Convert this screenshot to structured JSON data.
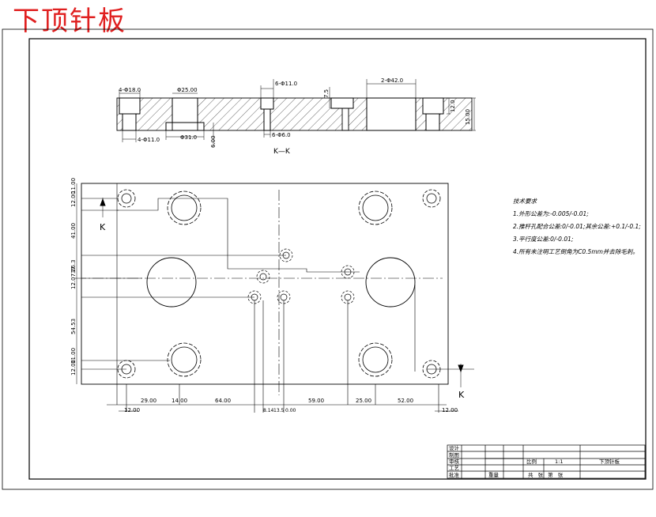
{
  "title": "下顶针板",
  "section": {
    "label": "K—K",
    "callouts": [
      "4-Φ18.0",
      "4-Φ11.0",
      "Φ25.00",
      "Φ31.0",
      "6-Φ11.0",
      "6-Φ6.0",
      "2-Φ42.0",
      "7.5",
      "12.0",
      "6.00",
      "15.00"
    ]
  },
  "plan": {
    "section_marks": [
      "K",
      "K"
    ],
    "left_dims": [
      "11.00",
      "12.00",
      "41.00",
      "26.3",
      "12.07",
      "37",
      "54.53",
      "12.00",
      "11.00"
    ],
    "bottom_dims": [
      "29.00",
      "14.00",
      "64.00",
      "8.14",
      "13.5",
      "0.00",
      "59.00",
      "25.00",
      "52.00"
    ],
    "edge_dims": [
      "12.00",
      "12.00"
    ]
  },
  "tech_notes": {
    "heading": "技术要求",
    "items": [
      "1.外形公差为:-0.005/-0.01;",
      "2.推杆孔配合公差:0/-0.01;其余公差:+0.1/-0.1;",
      "3.平行度公差:0/-0.01;",
      "4.所有未注明工艺倒角为C0.5mm并去除毛刺。"
    ]
  },
  "title_block": {
    "rows": [
      "设计",
      "制图",
      "审核",
      "工艺",
      "批准"
    ],
    "scale_label": "比例",
    "scale": "1:1",
    "part_name": "下顶针板",
    "weight_label": "重量",
    "sheet_labels": "共 张 第 张"
  }
}
